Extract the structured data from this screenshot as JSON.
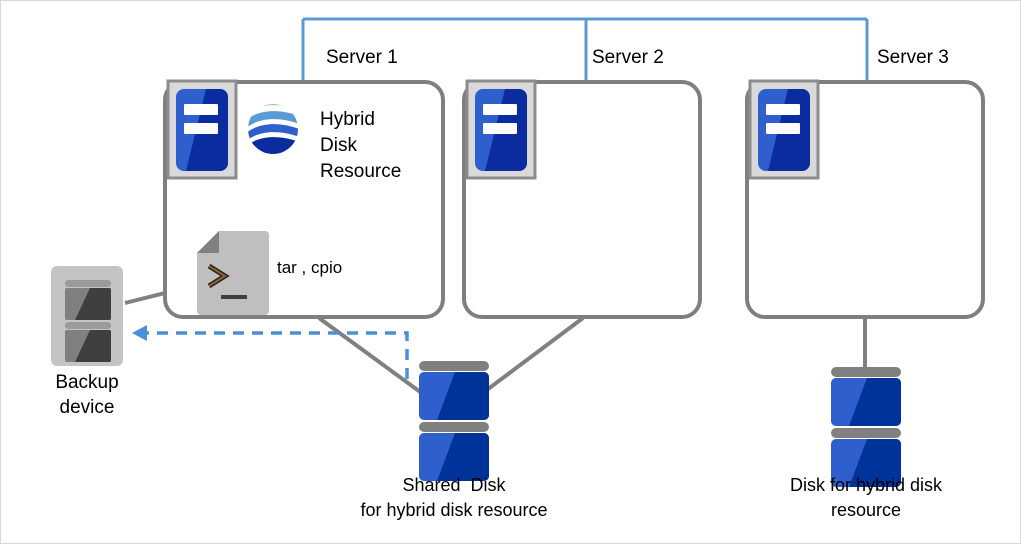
{
  "diagram": {
    "title": "Hybrid disk resource backup topology",
    "colors": {
      "network_line": "#5B9BD5",
      "server_border": "#7F7F7F",
      "connector_line": "#808080",
      "backup_arrow": "#4A90D9",
      "disk_light_blue": "#3366CC",
      "disk_dark_blue": "#003399",
      "disk_bar_gray": "#808080",
      "icon_frame_gray": "#D9D9D9",
      "backup_disk_light": "#808080",
      "backup_disk_dark": "#3F3F3F",
      "text": "#000000"
    },
    "servers": [
      {
        "id": "server-1",
        "title": "Server 1",
        "icon": "server-icon"
      },
      {
        "id": "server-2",
        "title": "Server 2",
        "icon": "server-icon"
      },
      {
        "id": "server-3",
        "title": "Server 3",
        "icon": "server-icon"
      }
    ],
    "server1_contents": {
      "resource_icon": "hybrid-disk-resource-globe-icon",
      "resource_label_line1": "Hybrid",
      "resource_label_line2": "Disk",
      "resource_label_line3": "Resource",
      "script_icon": "script-terminal-icon",
      "script_label": "tar , cpio"
    },
    "backup_device": {
      "icon": "backup-device-icon",
      "label_line1": "Backup",
      "label_line2": "device"
    },
    "shared_disk": {
      "icon": "shared-disk-icon",
      "caption_line1": "Shared  Disk",
      "caption_line2": "for hybrid disk resource"
    },
    "server3_disk": {
      "icon": "hybrid-disk-icon",
      "caption_line1": "Disk for hybrid disk",
      "caption_line2": "resource"
    },
    "connections": [
      {
        "name": "network-bus",
        "style": "solid-blue",
        "from": "network-bus",
        "to": "server-1"
      },
      {
        "name": "network-bus",
        "style": "solid-blue",
        "from": "network-bus",
        "to": "server-2"
      },
      {
        "name": "network-bus",
        "style": "solid-blue",
        "from": "network-bus",
        "to": "server-3"
      },
      {
        "name": "server1-to-shared-disk",
        "style": "solid-gray",
        "from": "server-1",
        "to": "shared-disk"
      },
      {
        "name": "server2-to-shared-disk",
        "style": "solid-gray",
        "from": "server-2",
        "to": "shared-disk"
      },
      {
        "name": "server3-to-disk",
        "style": "solid-gray",
        "from": "server-3",
        "to": "server3-disk"
      },
      {
        "name": "script-to-backup-device",
        "style": "solid-gray",
        "from": "script-icon",
        "to": "backup-device"
      },
      {
        "name": "shared-disk-to-backup-device",
        "style": "dashed-blue-arrow",
        "from": "shared-disk",
        "to": "backup-device"
      }
    ]
  }
}
